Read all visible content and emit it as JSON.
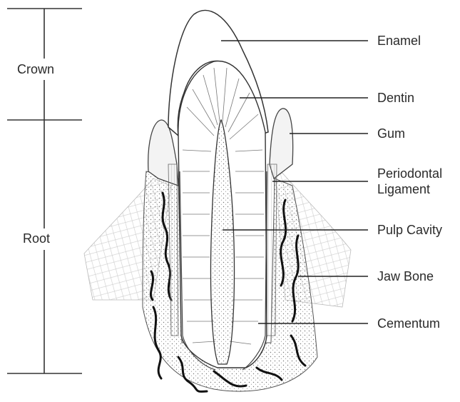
{
  "diagram": {
    "left_labels": {
      "crown": "Crown",
      "root": "Root"
    },
    "right_labels": {
      "enamel": "Enamel",
      "dentin": "Dentin",
      "gum": "Gum",
      "periodontal_line1": "Periodontal",
      "periodontal_line2": "Ligament",
      "pulp_cavity": "Pulp Cavity",
      "jaw_bone": "Jaw Bone",
      "cementum": "Cementum"
    }
  }
}
